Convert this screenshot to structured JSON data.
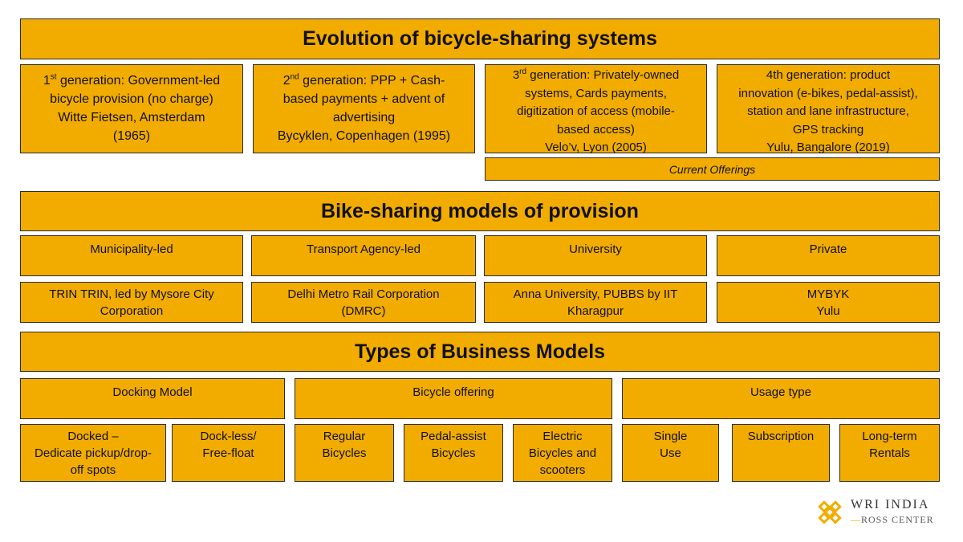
{
  "section1": {
    "title": "Evolution of bicycle-sharing systems",
    "gen1": {
      "sup": "st",
      "line1_rest": " generation: Government-led",
      "line2": "bicycle provision (no charge)",
      "line3": "Witte Fietsen, Amsterdam",
      "line4": "(1965)"
    },
    "gen2": {
      "sup": "nd",
      "line1_rest": " generation: PPP + Cash-",
      "line2": "based payments + advent of",
      "line3": "advertising",
      "line4": "Bycyklen, Copenhagen (1995)"
    },
    "gen3": {
      "sup": "rd",
      "line1_rest": " generation: Privately-owned",
      "line2": "systems, Cards payments,",
      "line3": "digitization of access (mobile-",
      "line4": "based access)",
      "line5": "Velo’v, Lyon (2005)"
    },
    "gen4": {
      "line1": "4th generation: product",
      "line2": "innovation (e-bikes, pedal-assist),",
      "line3": "station and lane infrastructure,",
      "line4": "GPS tracking",
      "line5": "Yulu, Bangalore (2019)"
    },
    "current": "Current Offerings"
  },
  "section2": {
    "title": "Bike-sharing models of provision",
    "categories": [
      "Municipality-led",
      "Transport Agency-led",
      "University",
      "Private"
    ],
    "examples": [
      {
        "line1": "TRIN TRIN, led by Mysore City",
        "line2": "Corporation"
      },
      {
        "line1": "Delhi Metro Rail Corporation",
        "line2": "(DMRC)"
      },
      {
        "line1": "Anna University, PUBBS by IIT",
        "line2": "Kharagpur"
      },
      {
        "line1": "MYBYK",
        "line2": "Yulu"
      }
    ]
  },
  "section3": {
    "title": "Types of Business Models",
    "groups": [
      "Docking Model",
      "Bicycle offering",
      "Usage type"
    ],
    "docked": {
      "line1": "Docked –",
      "line2": "Dedicate pickup/drop-",
      "line3": "off spots"
    },
    "dockless": {
      "line1": "Dock-less/",
      "line2": "Free-float"
    },
    "regular": {
      "line1": "Regular",
      "line2": "Bicycles"
    },
    "pedal": {
      "line1": "Pedal-assist",
      "line2": "Bicycles"
    },
    "electric": {
      "line1": "Electric",
      "line2": "Bicycles and",
      "line3": "scooters"
    },
    "single": {
      "line1": "Single",
      "line2": "Use"
    },
    "subscription": {
      "line1": "Subscription"
    },
    "longterm": {
      "line1": "Long-term",
      "line2": "Rentals"
    }
  },
  "logo": {
    "name": "WRI INDIA",
    "dash": "—",
    "sub": "ROSS CENTER"
  },
  "colors": {
    "box_fill": "#F2AC00",
    "border": "#2b2b2b"
  }
}
